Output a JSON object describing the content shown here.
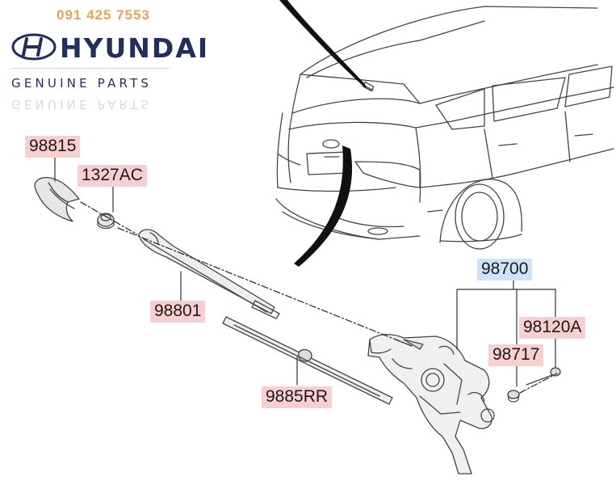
{
  "header": {
    "phone": "091 425 7553",
    "brand_name": "HYUNDAI",
    "tagline": "GENUINE PARTS"
  },
  "callouts": {
    "cap": "98815",
    "nut": "1327AC",
    "arm": "98801",
    "blade": "9885RR",
    "motor_assembly": "98700",
    "grommet": "98717",
    "pivot": "98120A"
  },
  "colors": {
    "part_label_bg": "#f8cfd0",
    "assembly_label_bg": "#cfe3f8",
    "brand_navy": "#20305e",
    "phone_orange": "#f0a052"
  }
}
